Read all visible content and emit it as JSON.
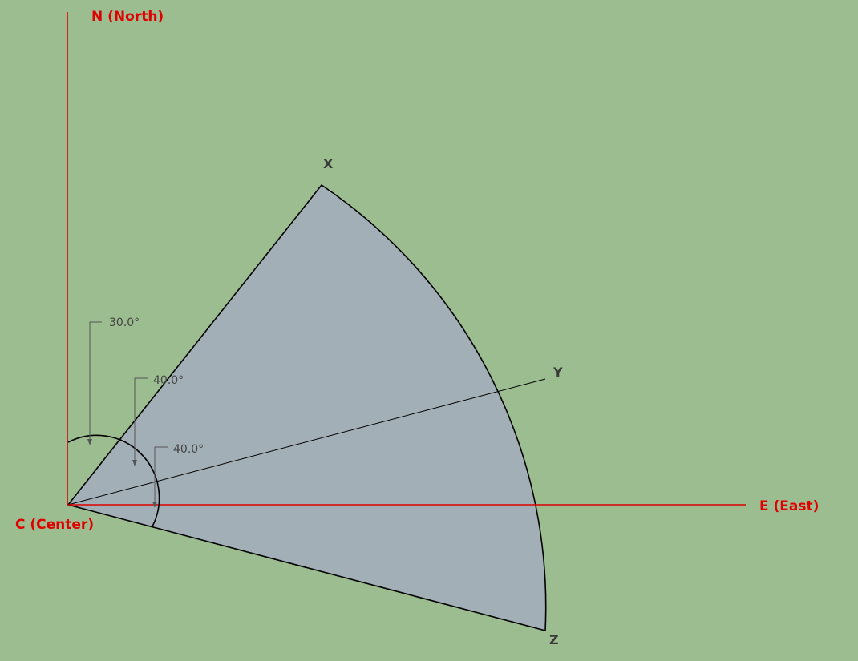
{
  "colors": {
    "background": "#9bbd8f",
    "axis": "#e00000",
    "sector_fill": "#a2afb6",
    "outline": "#000000",
    "dimension": "#555555",
    "point_label": "#3a3a3a"
  },
  "axes": {
    "north_label": "N (North)",
    "east_label": "E (East)",
    "center_label": "C (Center)"
  },
  "points": {
    "x_label": "X",
    "y_label": "Y",
    "z_label": "Z"
  },
  "angles": {
    "north_to_x": "30.0°",
    "x_to_y": "40.0°",
    "y_to_z": "40.0°"
  }
}
